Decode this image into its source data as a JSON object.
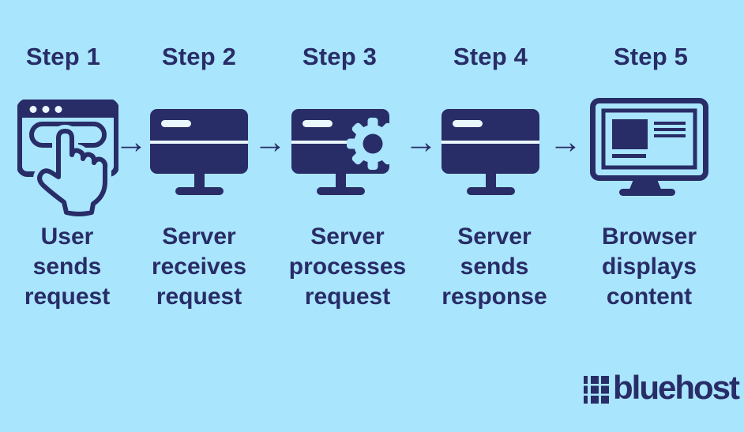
{
  "colors": {
    "background": "#a9e5fc",
    "navy": "#282c67",
    "light_accent": "#e9f7ff"
  },
  "steps": [
    {
      "label": "Step 1",
      "description": "User\nsends\nrequest",
      "icon": "browser-click-icon"
    },
    {
      "label": "Step 2",
      "description": "Server\nreceives\nrequest",
      "icon": "server-monitor-icon"
    },
    {
      "label": "Step 3",
      "description": "Server\nprocesses\nrequest",
      "icon": "server-gear-icon"
    },
    {
      "label": "Step 4",
      "description": "Server\nsends\nresponse",
      "icon": "server-monitor-icon"
    },
    {
      "label": "Step 5",
      "description": "Browser\ndisplays\ncontent",
      "icon": "browser-content-icon"
    }
  ],
  "arrow": {
    "glyph": "→"
  },
  "logo": {
    "wordmark": "bluehost",
    "mark": "grid-of-squares-icon"
  }
}
